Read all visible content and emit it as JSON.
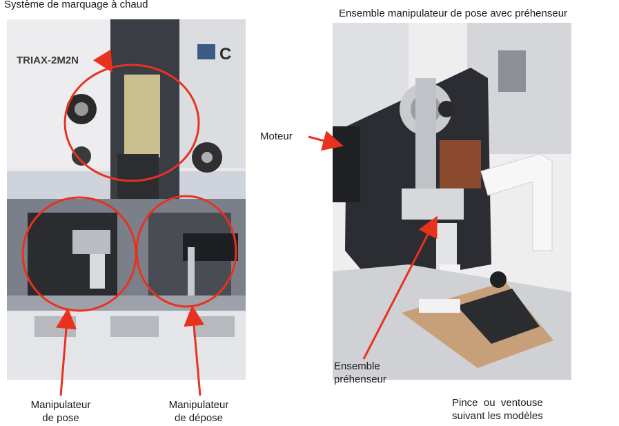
{
  "labels": {
    "hot_marking_system": "Système de marquage à chaud",
    "placement_manipulator_assembly": "Ensemble manipulateur de pose avec préhenseur",
    "motor": "Moteur",
    "gripper_assembly_line1": "Ensemble",
    "gripper_assembly_line2": "préhenseur",
    "placement_manipulator_line1": "Manipulateur",
    "placement_manipulator_line2": "de pose",
    "removal_manipulator_line1": "Manipulateur",
    "removal_manipulator_line2": "de dépose",
    "clamp_line1": "Pince  ou  ventouse",
    "clamp_line2": "suivant les modèles"
  },
  "photo_left": {
    "machine_model": "TRIAX-2M2N",
    "brand_mark": "C"
  },
  "colors": {
    "annotation_red": "#e8321e",
    "text": "#1a1a1a"
  }
}
